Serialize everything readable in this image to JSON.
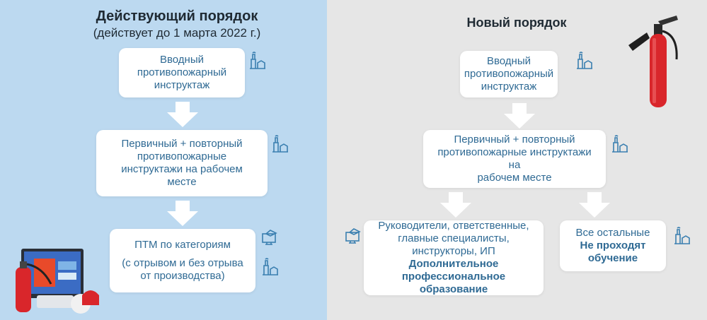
{
  "left": {
    "title": "Действующий порядок",
    "subtitle": "(действует до 1 марта 2022 г.)",
    "box1": [
      "Вводный",
      "противопожарный",
      "инструктаж"
    ],
    "box2": [
      "Первичный + повторный",
      "противопожарные",
      "инструктажи на рабочем",
      "месте"
    ],
    "box3_main": "ПТМ по категориям",
    "box3_sub": [
      "(с отрывом и без отрыва",
      "от производства)"
    ]
  },
  "right": {
    "title": "Новый порядок",
    "box1": [
      "Вводный",
      "противопожарный",
      "инструктаж"
    ],
    "box2": [
      "Первичный + повторный",
      "противопожарные инструктажи на",
      "рабочем месте"
    ],
    "box_managers": [
      "Руководители, ответственные,",
      "главные специалисты,",
      "инструкторы, ИП"
    ],
    "box_managers_bold": [
      "Дополнительное",
      "профессиональное образование"
    ],
    "box_others": "Все остальные",
    "box_others_bold": [
      "Не проходят",
      "обучение"
    ]
  },
  "colors": {
    "left_bg": "#bcd9f0",
    "right_bg": "#e6e6e6",
    "box_text": "#2f6a94",
    "icon": "#3a7fb0",
    "extinguisher": "#d9262b"
  },
  "icons": [
    "factory-icon",
    "computer-icon",
    "fire-extinguisher",
    "fire-safety-equipment"
  ]
}
